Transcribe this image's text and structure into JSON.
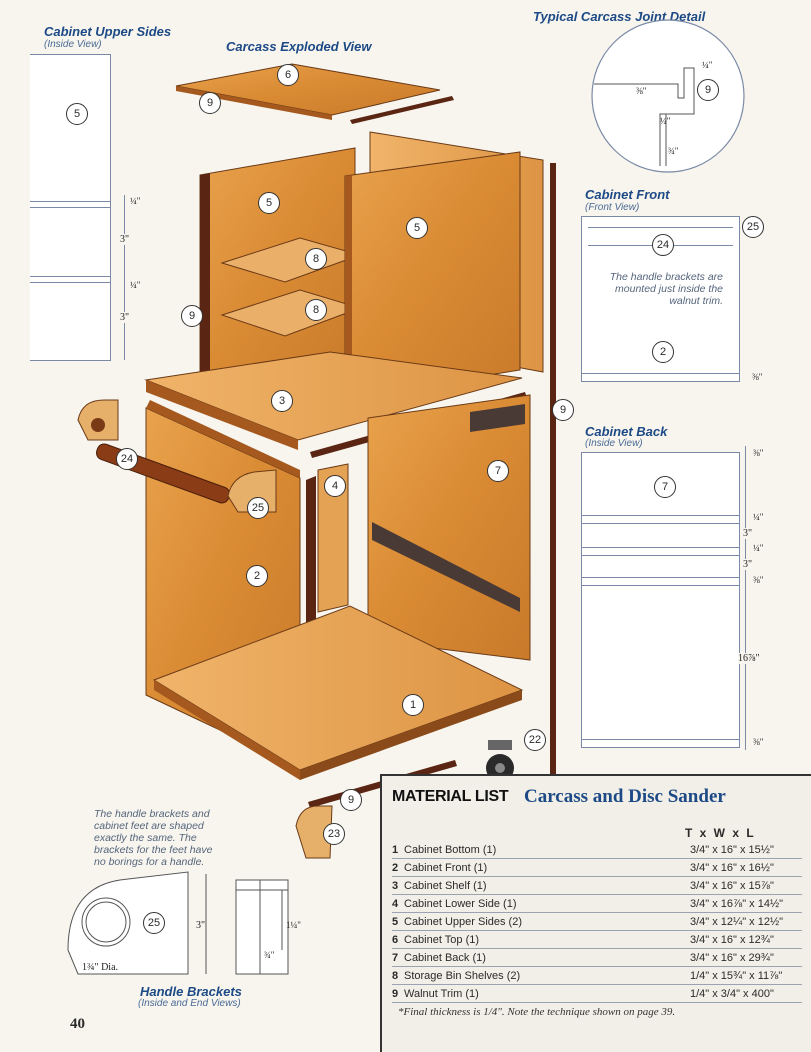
{
  "headings": {
    "upper_sides": "Cabinet Upper Sides",
    "upper_sides_view": "(Inside View)",
    "exploded": "Carcass Exploded View",
    "joint": "Typical Carcass Joint Detail",
    "front": "Cabinet Front",
    "front_view": "(Front View)",
    "back": "Cabinet Back",
    "back_view": "(Inside View)",
    "brackets": "Handle Brackets",
    "brackets_view": "(Inside and End Views)"
  },
  "notes": {
    "front_note": "The handle brackets are mounted just inside the walnut trim.",
    "bracket_note": "The handle brackets and cabinet feet are shaped exactly the same. The brackets for the feet have no borings for a handle."
  },
  "dims": {
    "quarter": "¼\"",
    "three_eighths": "⅜\"",
    "three_quarter": "¾\"",
    "three": "3\"",
    "sixteen_seven_eighths": "16⅞\"",
    "one_quarter_in": "1¼\"",
    "dia": "1¾\" Dia."
  },
  "callouts": {
    "c1": "1",
    "c2": "2",
    "c3": "3",
    "c4": "4",
    "c5": "5",
    "c6": "6",
    "c7": "7",
    "c8": "8",
    "c9": "9",
    "c22": "22",
    "c23": "23",
    "c24": "24",
    "c25": "25"
  },
  "page_number": "40",
  "material_list": {
    "title": "MATERIAL LIST",
    "subtitle": "Carcass and Disc Sander",
    "header": "T x W x L",
    "items": [
      {
        "n": "1",
        "part": "Cabinet Bottom (1)",
        "size": "3/4\" x 16\" x 15½\""
      },
      {
        "n": "2",
        "part": "Cabinet Front (1)",
        "size": "3/4\" x 16\" x 16½\""
      },
      {
        "n": "3",
        "part": "Cabinet Shelf (1)",
        "size": "3/4\" x 16\" x 15⅞\""
      },
      {
        "n": "4",
        "part": "Cabinet Lower Side (1)",
        "size": "3/4\" x 16⅞\" x 14½\""
      },
      {
        "n": "5",
        "part": "Cabinet Upper Sides (2)",
        "size": "3/4\" x 12¼\" x 12½\""
      },
      {
        "n": "6",
        "part": "Cabinet Top (1)",
        "size": "3/4\" x 16\" x 12¾\""
      },
      {
        "n": "7",
        "part": "Cabinet Back (1)",
        "size": "3/4\" x 16\" x 29¾\""
      },
      {
        "n": "8",
        "part": "Storage Bin Shelves (2)",
        "size": "1/4\" x 15¾\" x 11⅞\""
      },
      {
        "n": "9",
        "part": "Walnut Trim (1)",
        "size": "1/4\" x 3/4\" x 400\""
      }
    ],
    "footnote": "*Final thickness is 1/4\". Note the technique shown on page 39."
  }
}
